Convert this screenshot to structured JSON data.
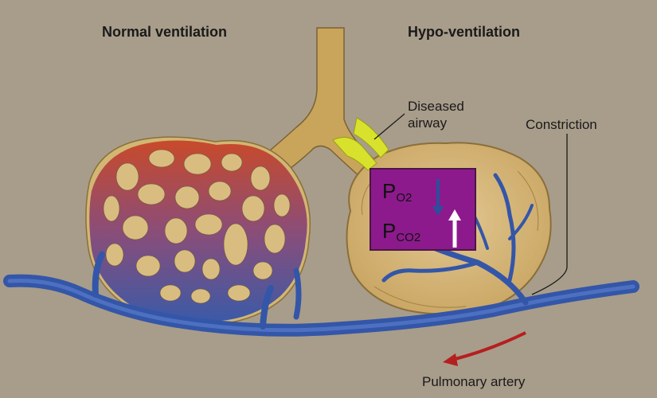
{
  "titles": {
    "normal": "Normal ventilation",
    "hypo": "Hypo-ventilation"
  },
  "labels": {
    "diseased_airway_line1": "Diseased",
    "diseased_airway_line2": "airway",
    "constriction": "Constriction",
    "pulmonary_artery": "Pulmonary artery"
  },
  "gas_box": {
    "o2_symbol": "P",
    "o2_sub": "O2",
    "o2_direction": "decrease",
    "co2_symbol": "P",
    "co2_sub": "CO2",
    "co2_direction": "increase"
  },
  "colors": {
    "background": "#a89d8a",
    "airway": "#c9a55c",
    "alveolus": "#d4b87a",
    "vessel": "#3456a8",
    "capillary_oxygenated": "#c0442a",
    "diseased_airway": "#d8e22c",
    "gas_box": "#8d1a8c",
    "arrow_down": "#2a4f9e",
    "arrow_up": "#ffffff",
    "flow_arrow": "#b51f1f"
  }
}
